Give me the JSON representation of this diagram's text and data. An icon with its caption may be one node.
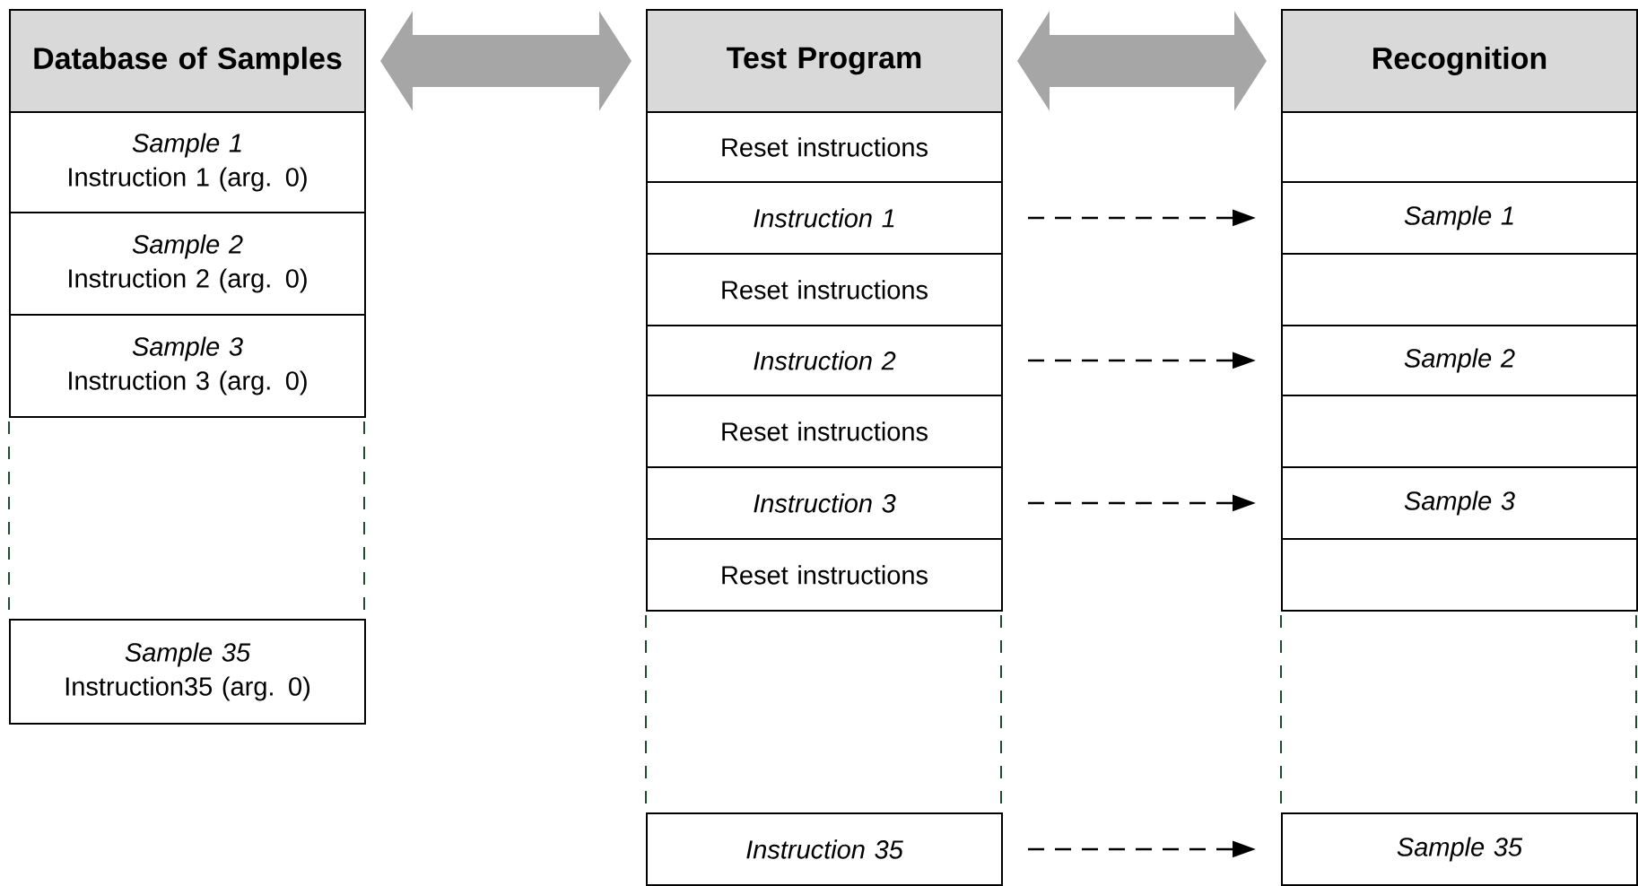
{
  "diagram": {
    "nodes": [
      {
        "text": [
          "Database of Samples"
        ]
      },
      {
        "text": [
          "Sample 1",
          "Instruction 1 (arg. 0)"
        ]
      },
      {
        "text": [
          "Sample 2",
          "Instruction 2 (arg. 0)"
        ]
      },
      {
        "text": [
          "Sample 3",
          "Instruction 3 (arg. 0)"
        ]
      },
      {
        "text": [
          "Sample 35",
          "Instruction35 (arg. 0)"
        ]
      },
      {
        "text": [
          "Test Program"
        ]
      },
      {
        "text": [
          "Reset instructions"
        ]
      },
      {
        "text": [
          "Instruction 1"
        ]
      },
      {
        "text": [
          "Reset instructions"
        ]
      },
      {
        "text": [
          "Instruction 2"
        ]
      },
      {
        "text": [
          "Reset instructions"
        ]
      },
      {
        "text": [
          "Instruction 3"
        ]
      },
      {
        "text": [
          "Reset instructions"
        ]
      },
      {
        "text": [
          "Instruction 35"
        ]
      },
      {
        "text": [
          "Recognition"
        ]
      },
      {
        "text": [],
        "shape": "box"
      },
      {
        "text": [
          "Sample 1"
        ]
      },
      {
        "text": [],
        "shape": "box"
      },
      {
        "text": [
          "Sample 2"
        ]
      },
      {
        "text": [],
        "shape": "box"
      },
      {
        "text": [
          "Sample 3"
        ]
      },
      {
        "text": [],
        "shape": "box"
      },
      {
        "text": [
          "Sample 35"
        ]
      }
    ],
    "edges": [
      {
        "from": 0,
        "to": 5,
        "arrow": "both",
        "style": "thick",
        "color": "#a6a6a6"
      },
      {
        "from": 5,
        "to": 14,
        "arrow": "both",
        "style": "thick",
        "color": "#a6a6a6"
      },
      {
        "from": 7,
        "to": 16,
        "arrow": "to",
        "style": "dashed"
      },
      {
        "from": 9,
        "to": 18,
        "arrow": "to",
        "style": "dashed"
      },
      {
        "from": 11,
        "to": 20,
        "arrow": "to",
        "style": "dashed"
      },
      {
        "from": 13,
        "to": 22,
        "arrow": "to",
        "style": "dashed"
      }
    ]
  }
}
